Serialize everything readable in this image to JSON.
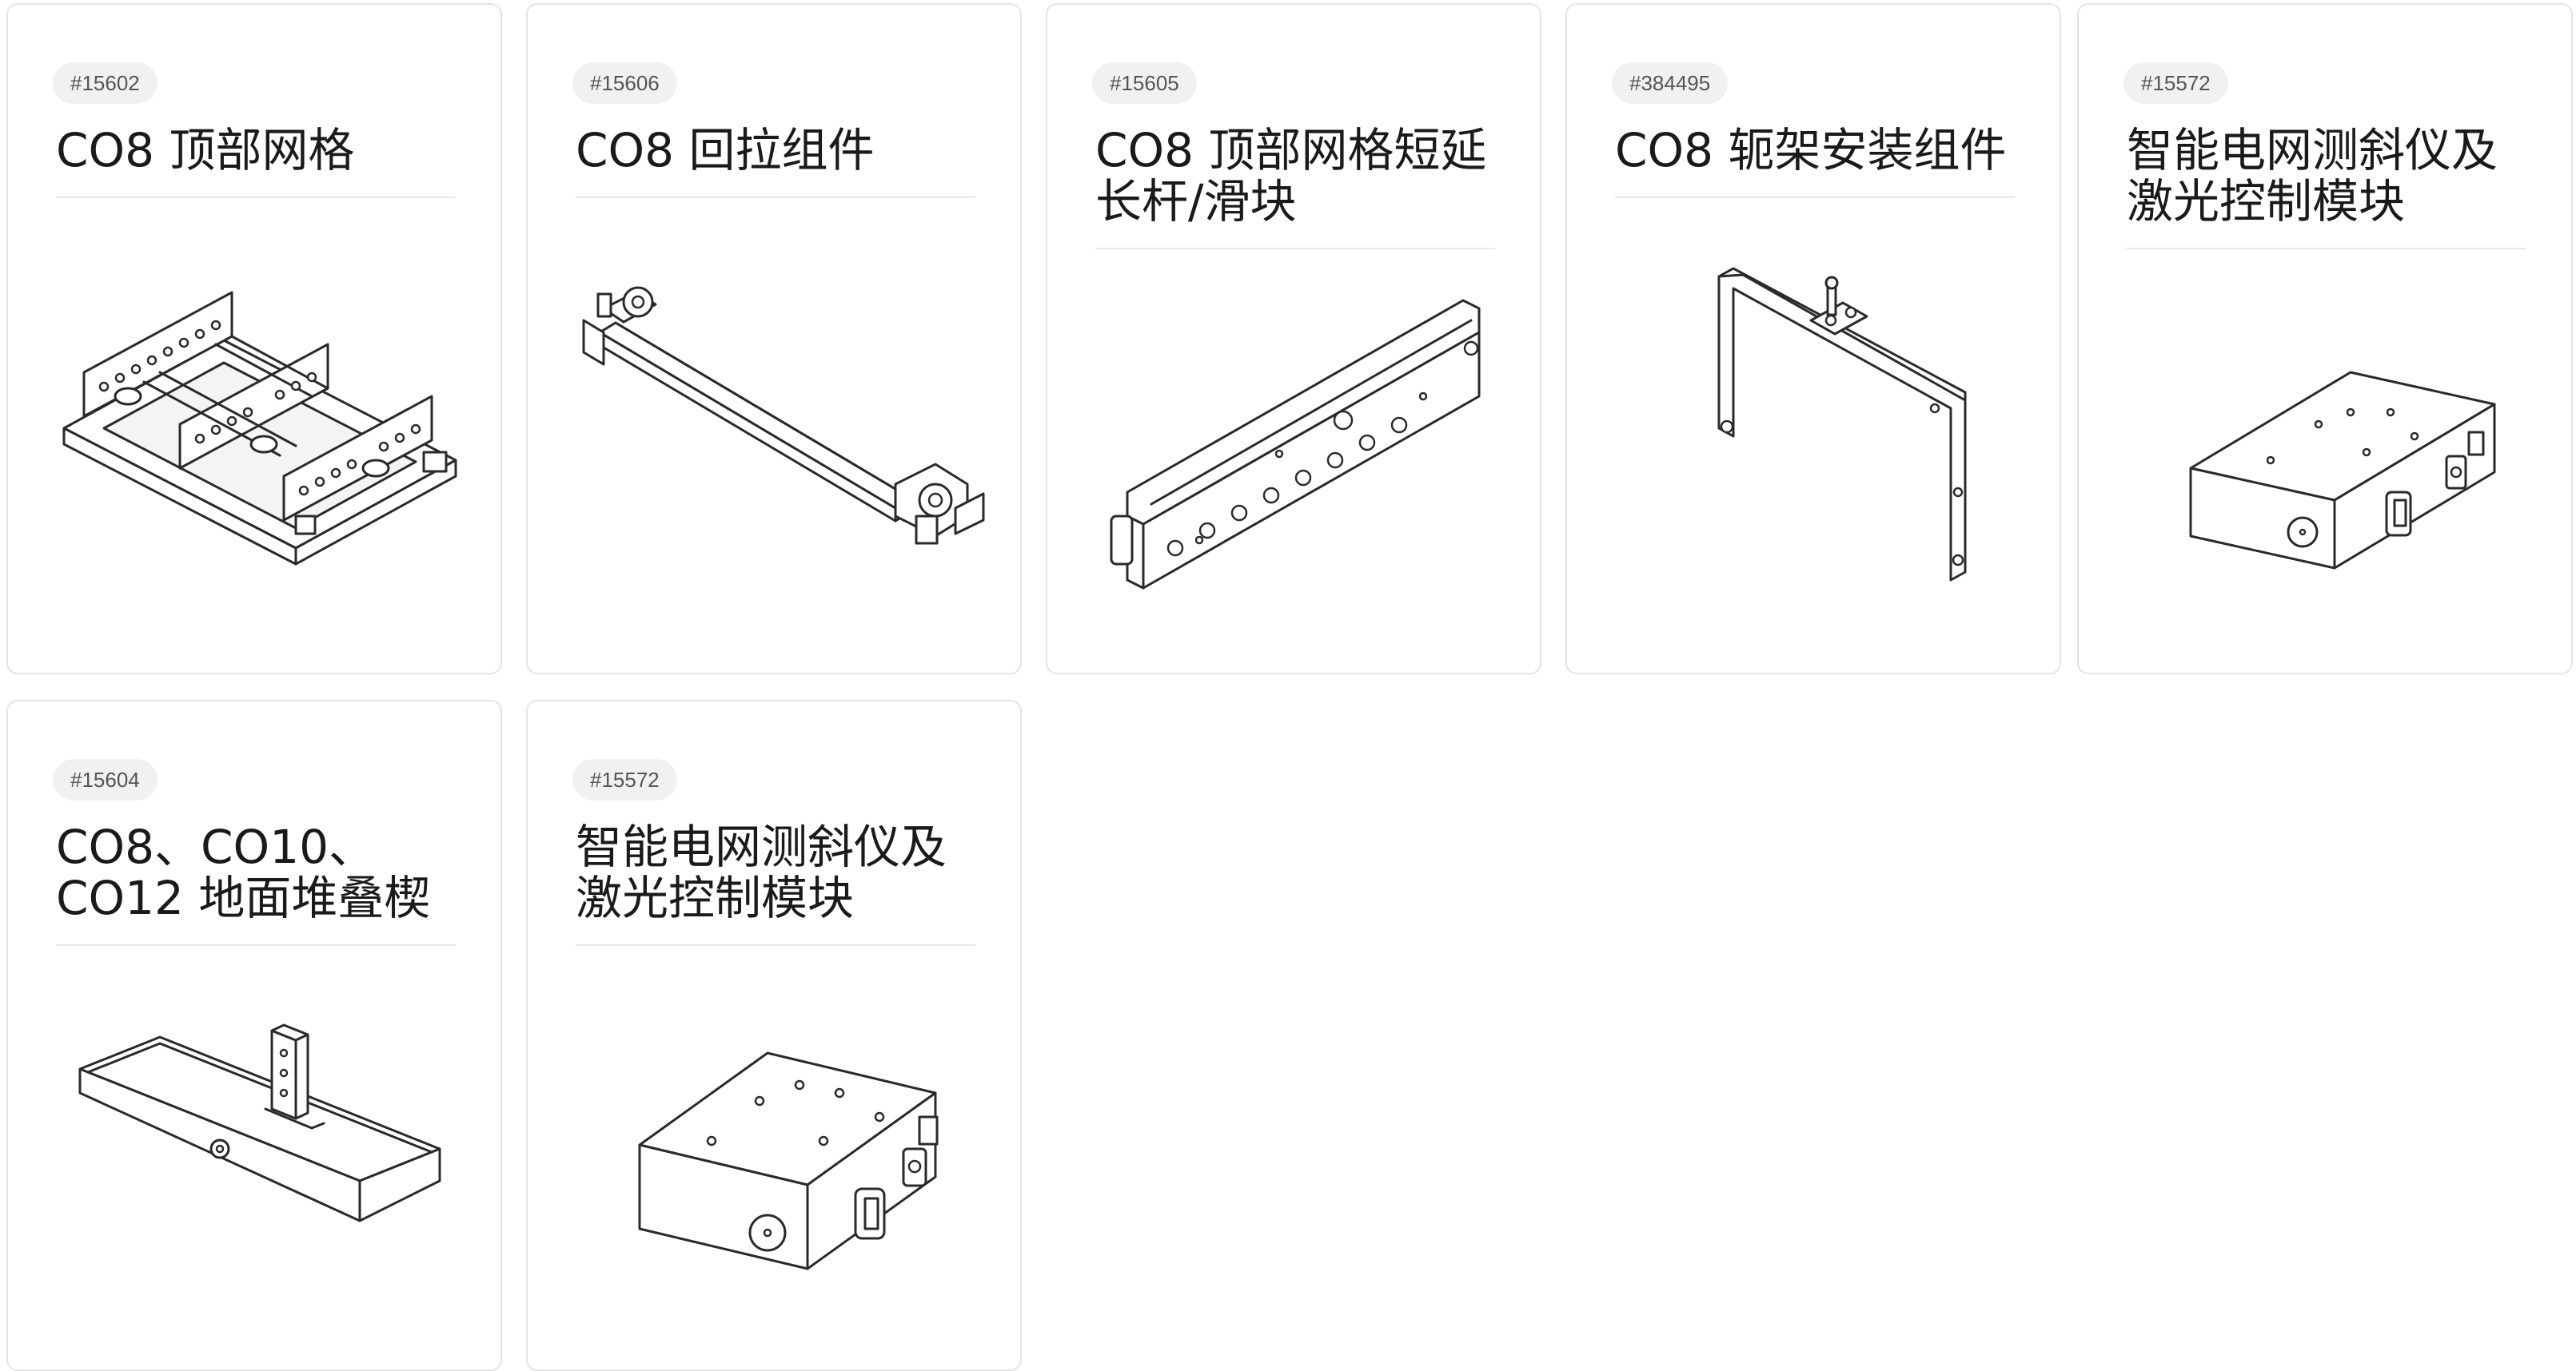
{
  "products": [
    {
      "id": "#15602",
      "title": "CO8 顶部网格",
      "icon": "top-grid-icon"
    },
    {
      "id": "#15606",
      "title": "CO8 回拉组件",
      "icon": "pullback-bar-icon"
    },
    {
      "id": "#15605",
      "title": "CO8 顶部网格短延\n长杆/滑块",
      "icon": "extension-bar-icon"
    },
    {
      "id": "#384495",
      "title": "CO8 轭架安装组件",
      "icon": "yoke-bracket-icon"
    },
    {
      "id": "#15572",
      "title": "智能电网测斜仪及\n激光控制模块",
      "icon": "inclinometer-module-icon"
    },
    {
      "id": "#15604",
      "title": "CO8、CO10、\nCO12 地面堆叠楔",
      "icon": "stack-wedge-icon"
    },
    {
      "id": "#15572",
      "title": "智能电网测斜仪及\n激光控制模块",
      "icon": "inclinometer-module-icon"
    }
  ]
}
